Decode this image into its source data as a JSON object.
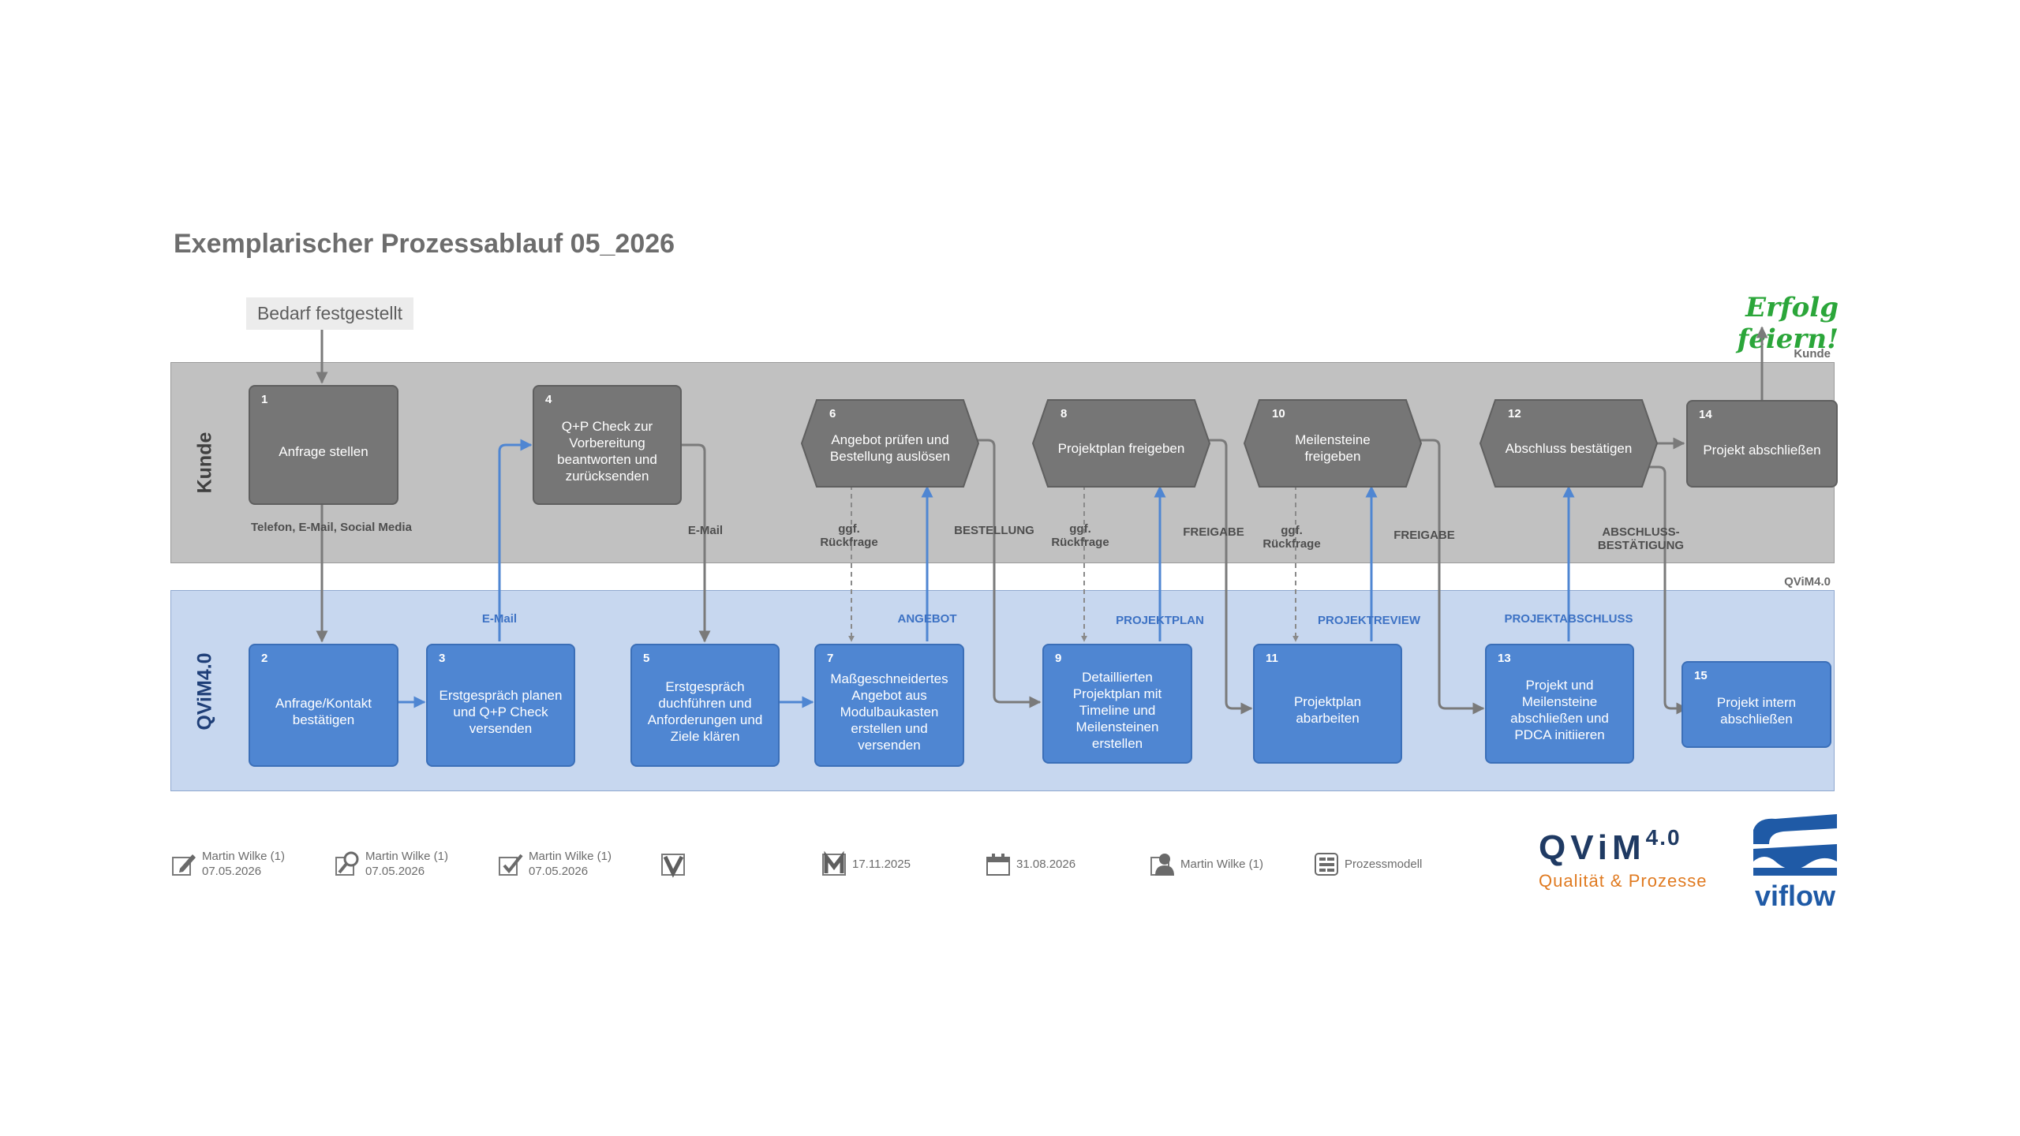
{
  "title": "Exemplarischer Prozessablauf 05_2026",
  "start_event": "Bedarf festgestellt",
  "end_event": "Erfolg feiern!",
  "lanes": {
    "kunde": {
      "label": "Kunde",
      "tag": "Kunde",
      "color": "#c1c1c1"
    },
    "qvim": {
      "label": "QViM4.0",
      "tag": "QViM4.0",
      "color": "#c7d7ef"
    }
  },
  "steps": [
    {
      "num": "1",
      "label": "Anfrage stellen"
    },
    {
      "num": "2",
      "label": "Anfrage/Kontakt bestätigen"
    },
    {
      "num": "3",
      "label": "Erstgespräch planen und Q+P Check versenden"
    },
    {
      "num": "4",
      "label": "Q+P Check zur Vorbereitung beantworten und zurücksenden"
    },
    {
      "num": "5",
      "label": "Erstgespräch duchführen und Anforderungen und Ziele klären"
    },
    {
      "num": "6",
      "label": "Angebot prüfen und Bestellung auslösen"
    },
    {
      "num": "7",
      "label": "Maßgeschneidertes Angebot aus Modulbaukasten erstellen und versenden"
    },
    {
      "num": "8",
      "label": "Projektplan freigeben"
    },
    {
      "num": "9",
      "label": "Detaillierten Projektplan mit Timeline und Meilensteinen erstellen"
    },
    {
      "num": "10",
      "label": "Meilensteine freigeben"
    },
    {
      "num": "11",
      "label": "Projektplan abarbeiten"
    },
    {
      "num": "12",
      "label": "Abschluss bestätigen"
    },
    {
      "num": "13",
      "label": "Projekt und Meilensteine abschließen und PDCA initiieren"
    },
    {
      "num": "14",
      "label": "Projekt abschließen"
    },
    {
      "num": "15",
      "label": "Projekt intern abschließen"
    }
  ],
  "flow_labels": {
    "telefon": "Telefon, E-Mail, Social Media",
    "email_up": "E-Mail",
    "email_down": "E-Mail",
    "rueckfrage_1": "ggf. Rückfrage",
    "rueckfrage_2": "ggf. Rückfrage",
    "rueckfrage_3": "ggf. Rückfrage",
    "angebot": "ANGEBOT",
    "bestellung": "BESTELLUNG",
    "projektplan": "PROJEKTPLAN",
    "freigabe_1": "FREIGABE",
    "projektreview": "PROJEKTREVIEW",
    "freigabe_2": "FREIGABE",
    "projektabschluss": "PROJEKTABSCHLUSS",
    "abschluss_bestaetigung": "ABSCHLUSS-BESTÄTIGUNG"
  },
  "footer": {
    "created": {
      "name": "Martin Wilke (1)",
      "date": "07.05.2026",
      "icon": "edit-icon"
    },
    "reviewed": {
      "name": "Martin Wilke (1)",
      "date": "07.05.2026",
      "icon": "search-icon"
    },
    "approved": {
      "name": "Martin Wilke (1)",
      "date": "07.05.2026",
      "icon": "approve-icon"
    },
    "version_icon": "version-icon",
    "modified": {
      "date": "17.11.2025",
      "icon": "modified-icon"
    },
    "valid_until": {
      "date": "31.08.2026",
      "icon": "calendar-icon"
    },
    "owner": {
      "name": "Martin Wilke (1)",
      "icon": "person-icon"
    },
    "model": {
      "text": "Prozessmodell",
      "icon": "model-icon"
    }
  },
  "logos": {
    "qvim_main": "QViM",
    "qvim_sup": "4.0",
    "qvim_tagline": "Qualität & Prozesse",
    "viflow": "viflow",
    "qvim_color": "#1f3a63",
    "tagline_color": "#e07a20",
    "viflow_color": "#1f5aa6"
  },
  "colors": {
    "grey_task": "#767676",
    "blue_task": "#4f86d2",
    "grey_arrow": "#7a7a7a",
    "blue_arrow": "#4f86d2",
    "celebrate": "#2ba63a"
  }
}
